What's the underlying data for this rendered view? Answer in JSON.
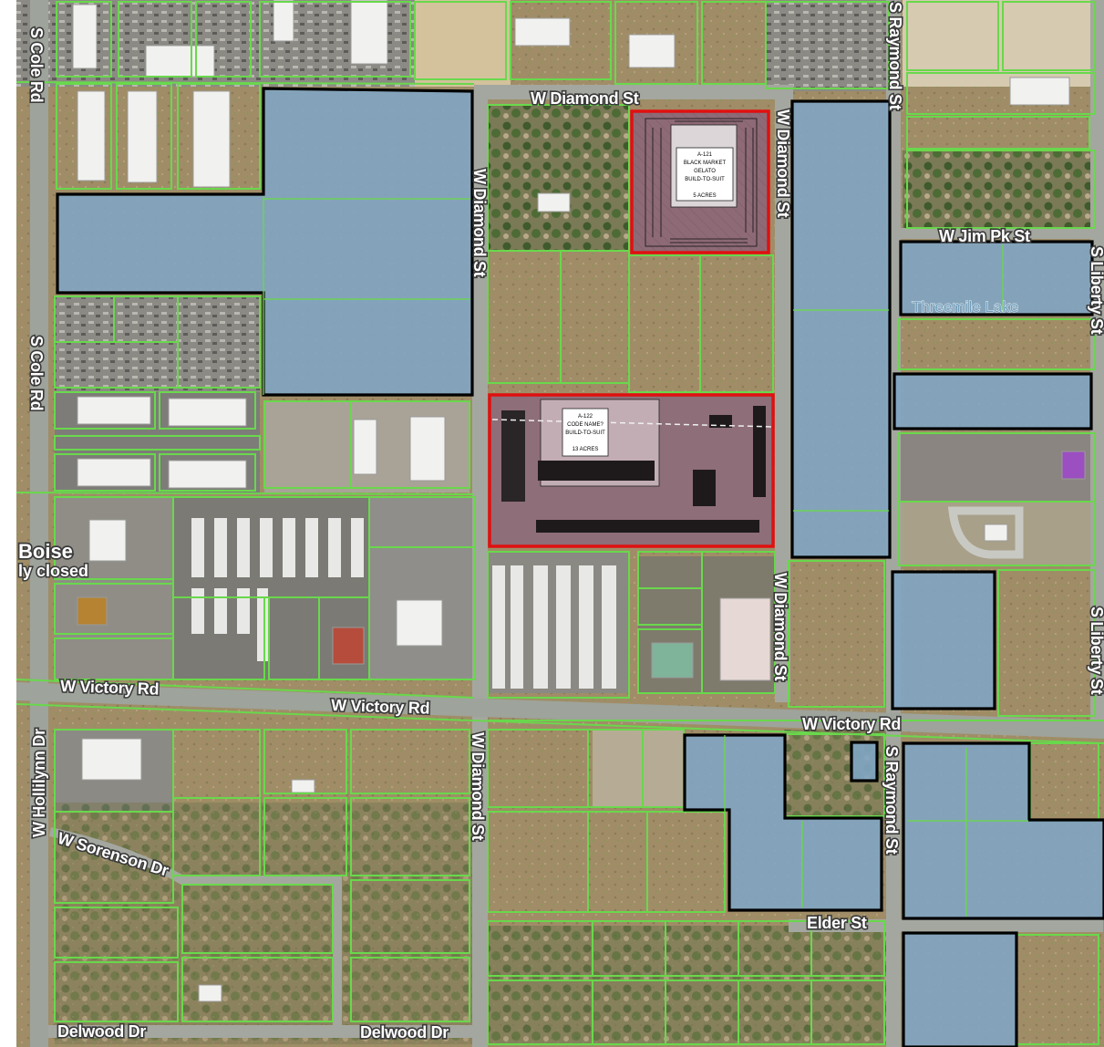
{
  "roads": {
    "s_cole_rd_top": "S Cole Rd",
    "s_cole_rd_mid": "S Cole Rd",
    "w_diamond_st_north": "W Diamond St",
    "w_diamond_st_v1": "W Diamond St",
    "w_diamond_st_v2": "W Diamond St",
    "w_diamond_st_v3": "W Diamond St",
    "w_diamond_st_v4": "W Diamond St",
    "w_victory_rd_1": "W Victory Rd",
    "w_victory_rd_2": "W Victory Rd",
    "w_victory_rd_3": "W Victory Rd",
    "s_raymond_st_top": "S Raymond St",
    "s_raymond_st_bottom": "S Raymond St",
    "w_jim_pk_st": "W Jim Pk St",
    "s_liberty_st_top": "S Liberty St",
    "s_liberty_st_bottom": "S Liberty St",
    "w_hollilynn_dr": "W Hollilynn Dr",
    "w_sorenson_dr": "W Sorenson Dr",
    "elder_st": "Elder St",
    "delwood_dr_1": "Delwood Dr",
    "delwood_dr_2": "Delwood Dr"
  },
  "places": {
    "boise": "Boise",
    "boise_status": "ly closed",
    "threemile_lake": "Threemile Lake"
  },
  "sites": {
    "site_a": {
      "lines": [
        "A-121",
        "BLACK MARKET",
        "GELATO",
        "BUILD-TO-SUIT",
        "",
        "5 ACRES"
      ]
    },
    "site_b": {
      "lines": [
        "A-122",
        "CODE NAME?",
        "BUILD-TO-SUIT",
        "",
        "13 ACRES"
      ]
    }
  },
  "colors": {
    "parcel_line": "#69d84c",
    "owned_parcel_fill": "#7fa6c6",
    "owned_parcel_border": "#000000",
    "proposed_site_fill": "#8e6e78",
    "proposed_site_border": "#e01010",
    "road": "#9ea39b",
    "field": "#a3916a"
  }
}
